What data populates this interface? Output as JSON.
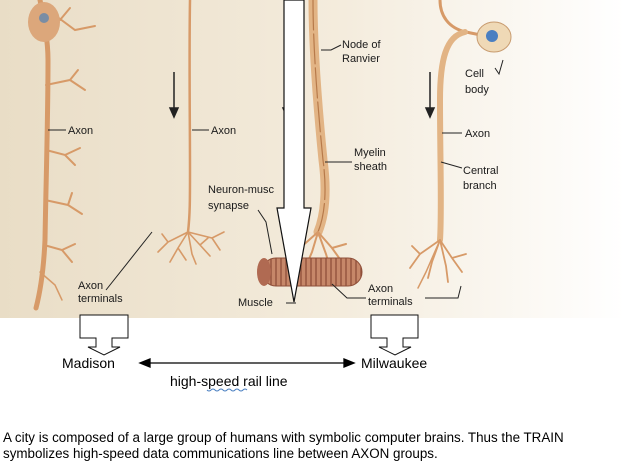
{
  "labels": {
    "axon_left": "Axon",
    "axon_terminals_left": [
      "Axon",
      "terminals"
    ],
    "axon_mid": "Axon",
    "neuron_muscle_synapse": [
      "Neuron-musc",
      "synapse"
    ],
    "muscle": "Muscle",
    "node_of_ranvier": [
      "Node of",
      "Ranvier"
    ],
    "myelin_sheath": [
      "Myelin",
      "sheath"
    ],
    "axon_terminals_right": [
      "Axon",
      "terminals"
    ],
    "cell_body": [
      "Cell",
      "body"
    ],
    "axon_right": "Axon",
    "central_branch": [
      "Central",
      "branch"
    ]
  },
  "cities": {
    "left": "Madison",
    "right": "Milwaukee"
  },
  "rail_line": "high-speed rail line",
  "caption": "A city is composed of a large group of humans with symbolic computer brains. Thus the TRAIN symbolizes  high-speed data communications line  between  AXON  groups.",
  "colors": {
    "nerve": "#d9a06a",
    "nerve_dark": "#b77a4a",
    "paper": "#f6efe0",
    "muscle": "#b8735a",
    "nucleus": "#4a7fc1"
  }
}
